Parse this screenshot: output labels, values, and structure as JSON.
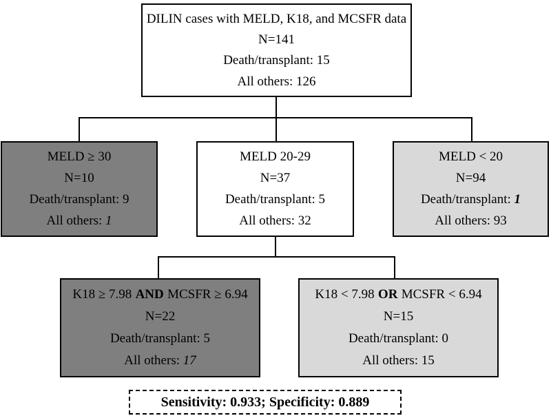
{
  "boxes": {
    "root": {
      "title": "DILIN cases with MELD, K18, and MCSFR data",
      "n": "N=141",
      "death": "Death/transplant: 15",
      "others": "All others: 126"
    },
    "meld_high": {
      "title": "MELD ≥ 30",
      "n": "N=10",
      "death": "Death/transplant: 9",
      "others_label": "All others:",
      "others_value": "1"
    },
    "meld_mid": {
      "title": "MELD 20-29",
      "n": "N=37",
      "death": "Death/transplant: 5",
      "others": "All others: 32"
    },
    "meld_low": {
      "title": "MELD < 20",
      "n": "N=94",
      "death_label": "Death/transplant:",
      "death_value": "1",
      "others": "All others: 93"
    },
    "bio_high": {
      "title_pre": "K18 ≥ 7.98",
      "title_op": "AND",
      "title_post": "MCSFR ≥ 6.94",
      "n": "N=22",
      "death": "Death/transplant: 5",
      "others_label": "All others:",
      "others_value": "17"
    },
    "bio_low": {
      "title_pre": "K18 < 7.98",
      "title_op": "OR",
      "title_post": "MCSFR < 6.94",
      "n": "N=15",
      "death": "Death/transplant: 0",
      "others": "All others: 15"
    },
    "result": {
      "text": "Sensitivity: 0.933; Specificity: 0.889"
    }
  },
  "colors": {
    "dark_gray": "#7f7f7f",
    "light_gray": "#d9d9d9",
    "white": "#ffffff",
    "line_black": "#000000"
  }
}
